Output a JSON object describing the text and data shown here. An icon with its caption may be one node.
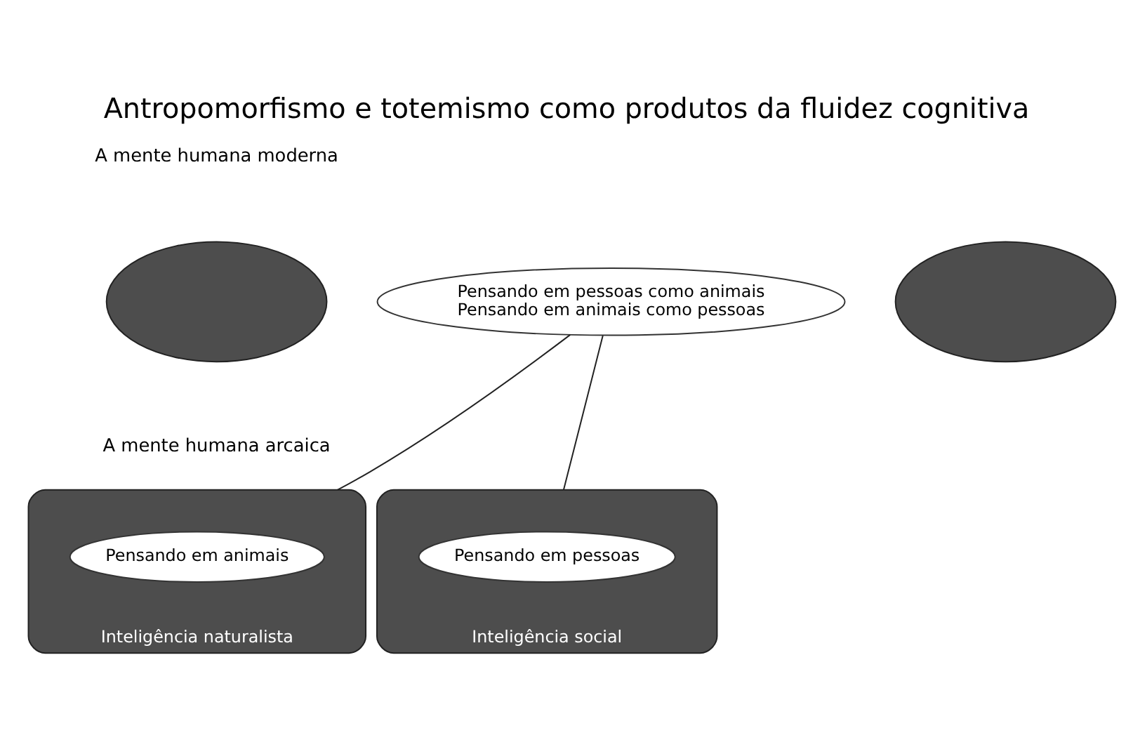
{
  "diagram": {
    "title": "Antropomorfismo e totemismo como produtos da fluidez cognitiva",
    "nodes": [
      {
        "text": [],
        "shape": "ellipse"
      },
      {
        "text": [],
        "shape": "ellipse"
      },
      {
        "text": [
          "Pensando em pessoas como animais",
          "Pensando em animais como pessoas"
        ]
      },
      {
        "text": [],
        "shape": "ellipse",
        "beside": [
          "Inteligência naturalista"
        ]
      },
      {
        "text": [
          "Pensando em animais"
        ],
        "in": 3
      },
      {
        "text": [],
        "shape": "ellipse",
        "beside": [
          "Inteligência social"
        ]
      },
      {
        "text": [
          "Pensando em pessoas"
        ],
        "in": 5
      }
    ],
    "edges": [
      {
        "from": 3,
        "to": 2,
        "arrow": "none"
      },
      {
        "from": 5,
        "to": 2,
        "arrow": "none"
      }
    ],
    "labels": [
      "A mente humana moderna",
      "A mente humana arcaica"
    ]
  }
}
